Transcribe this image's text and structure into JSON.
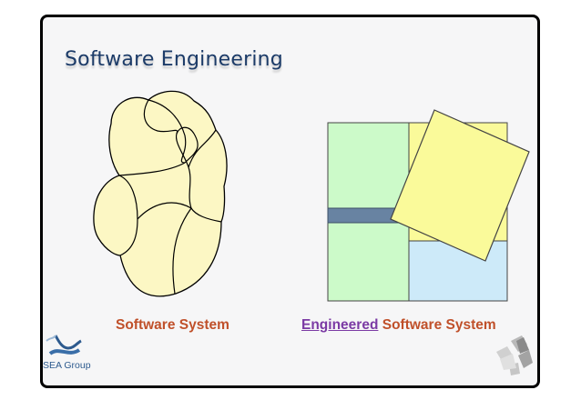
{
  "slide": {
    "title": "Software Engineering"
  },
  "captions": {
    "left": "Software System",
    "right_engineered": "Engineered",
    "right_rest": " Software System"
  },
  "logo": {
    "left_label": "SEA Group",
    "left_icon": "sea-group-wave-logo",
    "right_icon": "puzzle-pieces-logo"
  },
  "colors": {
    "blob_fill": "#fcf7c4",
    "green_block": "#ccfac9",
    "yellow_block": "#fafa9a",
    "blue_block": "#cdeaf9",
    "bar": "#6883a2",
    "caption": "#c0502a",
    "engineered": "#7b3aa4",
    "title": "#1c3b68"
  }
}
